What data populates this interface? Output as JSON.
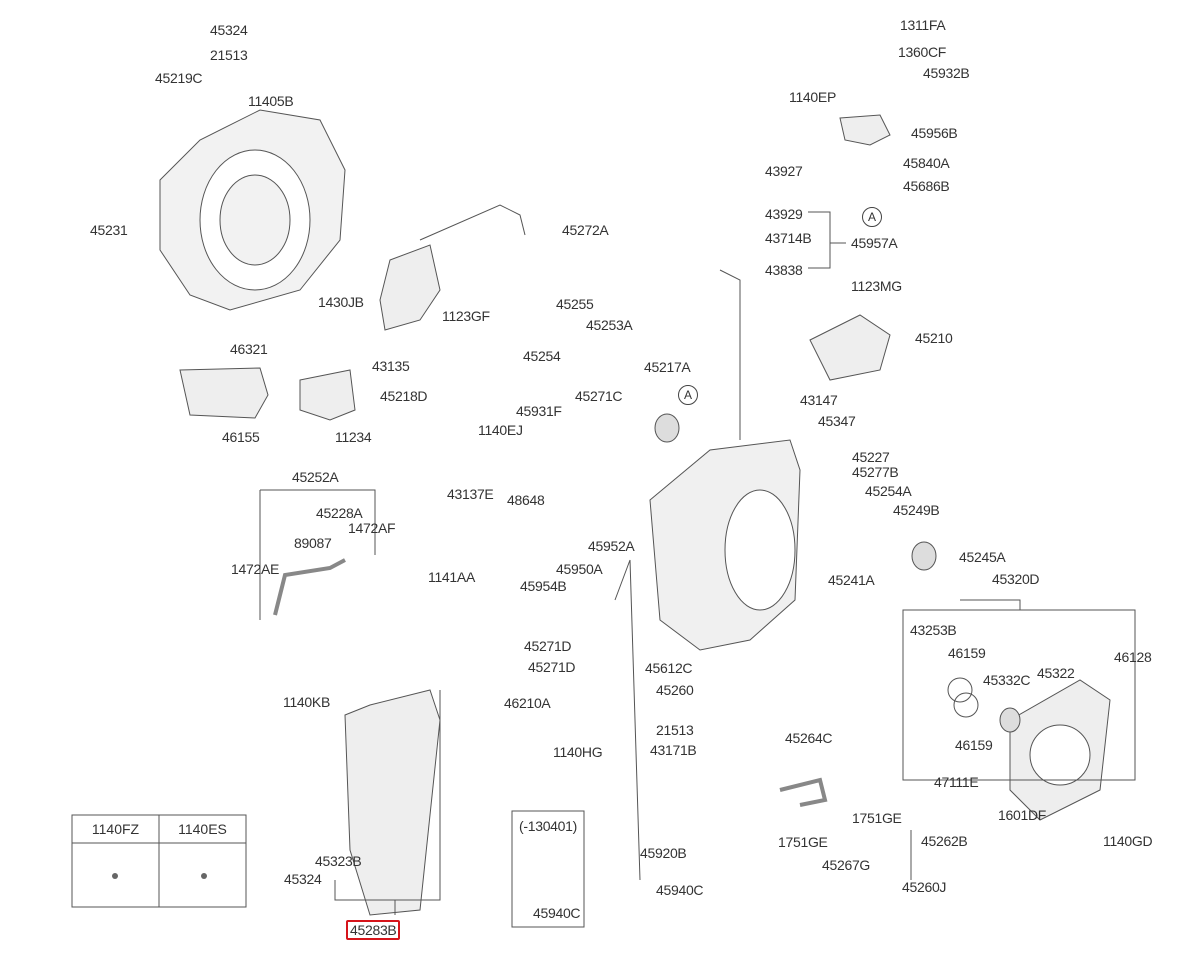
{
  "labels": [
    "45324",
    "21513",
    "45219C",
    "11405B",
    "45231",
    "45272A",
    "1430JB",
    "1123GF",
    "43135",
    "46321",
    "45218D",
    "46155",
    "11234",
    "45252A",
    "45228A",
    "1472AF",
    "89087",
    "1472AE",
    "1141AA",
    "43137E",
    "45255",
    "45253A",
    "45254",
    "45217A",
    "45271C",
    "45931F",
    "1140EJ",
    "48648",
    "45952A",
    "45950A",
    "45954B",
    "45271D",
    "45271D",
    "46210A",
    "1140HG",
    "45612C",
    "45260",
    "21513",
    "43171B",
    "45264C",
    "1751GE",
    "1751GE",
    "45267G",
    "45920B",
    "45940C",
    "1140KB",
    "45323B",
    "45324",
    "1311FA",
    "1360CF",
    "45932B",
    "1140EP",
    "45956B",
    "45840A",
    "45686B",
    "43927",
    "43929",
    "43714B",
    "45957A",
    "43838",
    "1123MG",
    "45210",
    "43147",
    "45347",
    "45227",
    "45277B",
    "45254A",
    "45249B",
    "45245A",
    "45241A",
    "45320D",
    "43253B",
    "46159",
    "45322",
    "46128",
    "45332C",
    "46159",
    "47111E",
    "1601DF",
    "45262B",
    "1140GD",
    "45260J"
  ],
  "highlighted_part": {
    "label": "45283B",
    "color": "#d6141b"
  },
  "reference_markers": [
    "A",
    "A"
  ],
  "variant_box": {
    "label": "(-130401)",
    "part": "45940C"
  },
  "fastener_table": {
    "headers": [
      "1140FZ",
      "1140ES"
    ]
  }
}
